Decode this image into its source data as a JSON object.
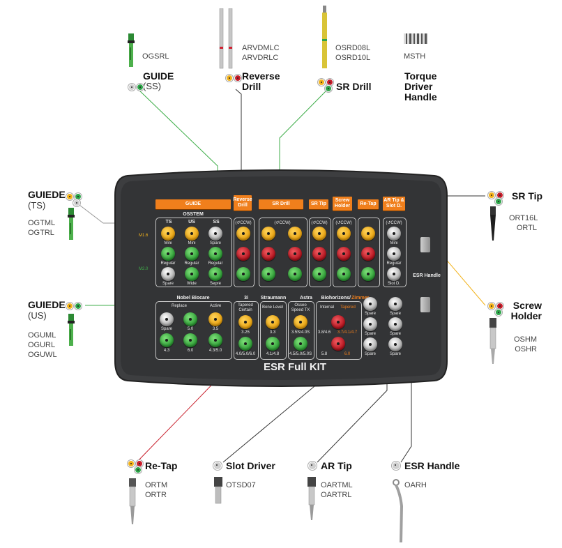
{
  "colors": {
    "yellow": "#f2b21b",
    "red": "#c81e2b",
    "green": "#2ea54a",
    "gray": "#cfcfcf",
    "tag_orange": "#f07f1c",
    "case": "#3a3b3d"
  },
  "top_items": [
    {
      "title": "GUIDE",
      "subtitle": "(SS)",
      "codes": [
        "OGSRL"
      ]
    },
    {
      "title": "Reverse Drill",
      "codes": [
        "ARVDMLC",
        "ARVDRLC"
      ]
    },
    {
      "title": "SR Drill",
      "codes": [
        "OSRD08L",
        "OSRD10L"
      ]
    },
    {
      "title": "Torque Driver Handle",
      "codes": [
        "MSTH"
      ]
    }
  ],
  "left_items": [
    {
      "title": "GUIEDE",
      "subtitle": "(TS)",
      "codes": [
        "OGTML",
        "OGTRL"
      ]
    },
    {
      "title": "GUIEDE",
      "subtitle": "(US)",
      "codes": [
        "OGUML",
        "OGURL",
        "OGUWL"
      ]
    }
  ],
  "right_items": [
    {
      "title": "SR Tip",
      "codes": [
        "ORT16L",
        "ORTL"
      ]
    },
    {
      "title": "Screw Holder",
      "codes": [
        "OSHM",
        "OSHR"
      ]
    }
  ],
  "bottom_items": [
    {
      "title": "Re-Tap",
      "codes": [
        "ORTM",
        "ORTR"
      ]
    },
    {
      "title": "Slot Driver",
      "codes": [
        "OTSD07"
      ]
    },
    {
      "title": "AR Tip",
      "codes": [
        "OARTML",
        "OARTRL"
      ]
    },
    {
      "title": "ESR Handle",
      "codes": [
        "OARH"
      ]
    }
  ],
  "case": {
    "title": "ESR Full KIT",
    "tags": [
      "GUIDE",
      "Reverse Drill",
      "SR Drill",
      "SR Tip",
      "Screw Holder",
      "Re-Tap",
      "AR Tip & Slot D."
    ],
    "osstem": "OSSTEM",
    "osstem_cols": [
      "TS",
      "US",
      "SS"
    ],
    "sizes": [
      "M1.6",
      "M2.0"
    ],
    "ccw": "(↺CCW)",
    "row_labels": {
      "mini": "Mini",
      "regular": "Regular",
      "spare": "Spare",
      "wide": "Wide",
      "sepre": "Sepre",
      "slot": "Slot D."
    },
    "esr_handle": "ESR Handle",
    "nobel": {
      "title": "Nobel Biocare",
      "sub": [
        "Replace",
        "Active"
      ],
      "labels": [
        "Spare",
        "5.0",
        "3.5",
        "4.3",
        "6.0",
        "4.3/5.0"
      ]
    },
    "brands": [
      "3i",
      "Straumann",
      "Astra",
      "Biohorizons/",
      "Zimmer"
    ],
    "sub_brands": [
      "Tapered Certain",
      "Bone Level",
      "Osseo Speed TX",
      "Internal",
      "Tapered"
    ],
    "values_top": [
      "3.25",
      "3.3",
      "3.5S/4.0S",
      "3.8/4.6",
      "3.7/4.1/4.7"
    ],
    "values_bot": [
      "4.0/5.0/6.0",
      "4.1/4.8",
      "4.5/5.0/5.0S",
      "5.8",
      "6.0"
    ]
  }
}
